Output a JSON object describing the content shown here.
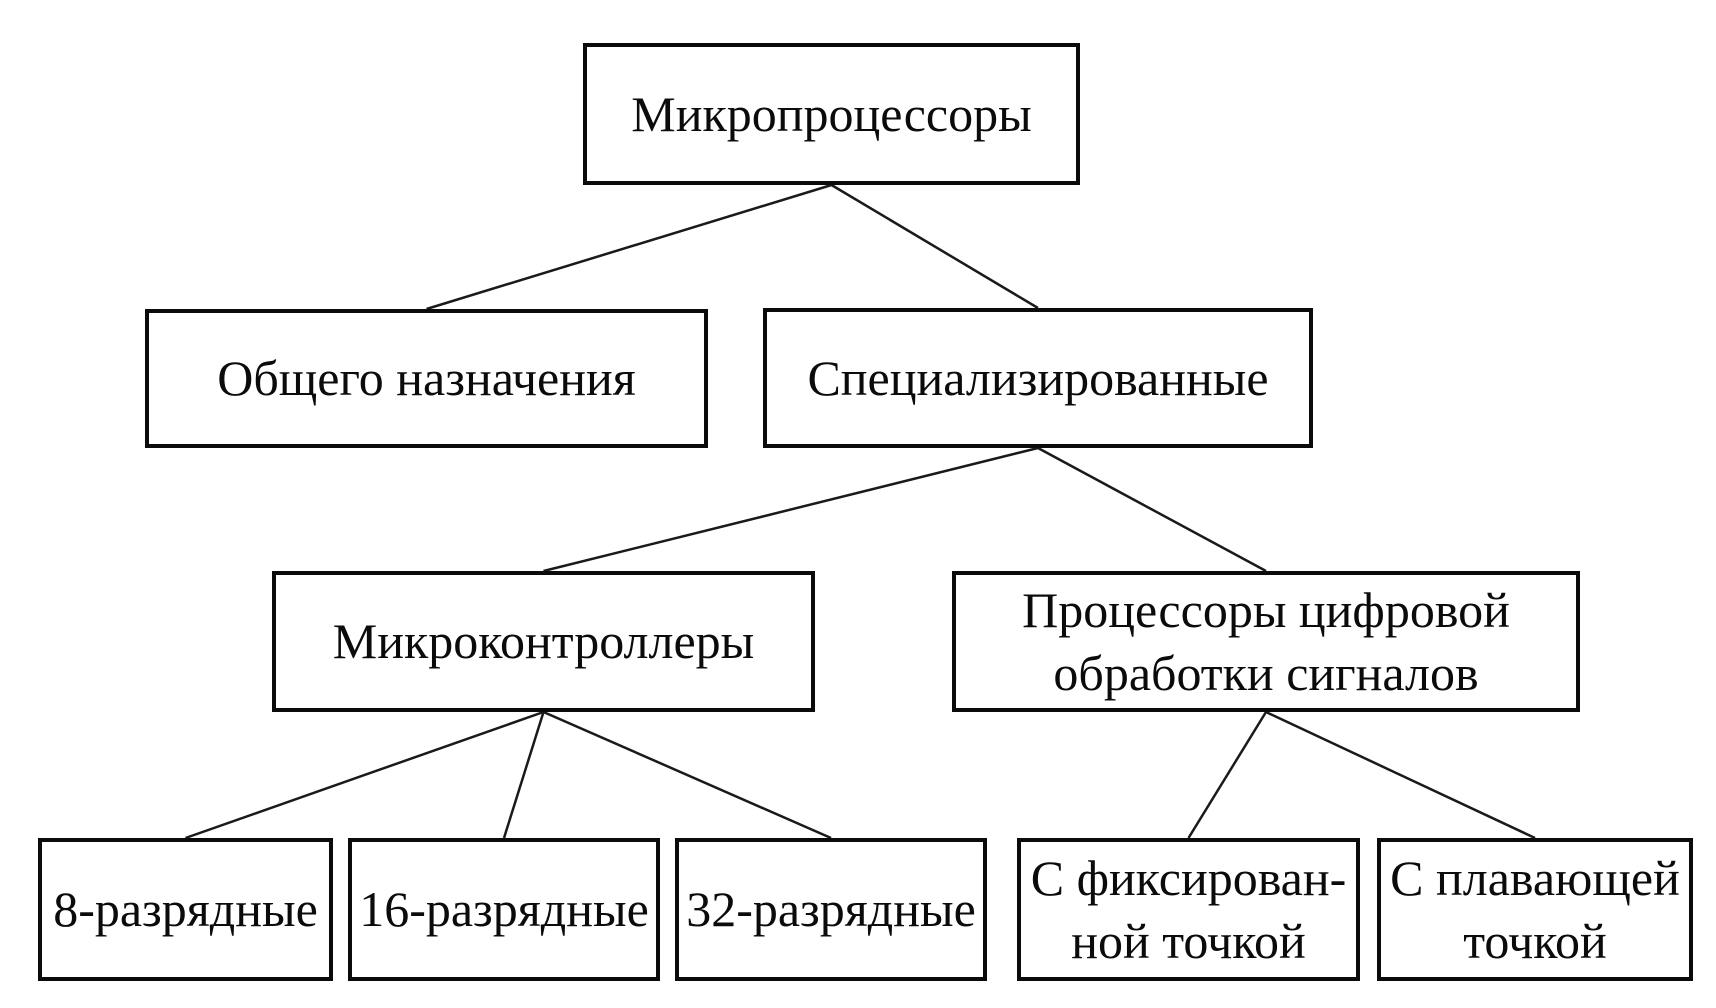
{
  "diagram": {
    "background_color": "#ffffff",
    "box_border_color": "#0b0b0b",
    "connector_color": "#1a1a1a",
    "text_color": "#0b0b0b",
    "nodes": {
      "microprocessors": {
        "label": "Микропроцессоры"
      },
      "general_purpose": {
        "label": "Общего назначения"
      },
      "specialized": {
        "label": "Специализированные"
      },
      "microcontrollers": {
        "label": "Микроконтроллеры"
      },
      "dsp": {
        "lines": [
          "Процессоры цифровой",
          "обработки сигналов"
        ]
      },
      "bit8": {
        "label": "8-разрядные"
      },
      "bit16": {
        "label": "16-разрядные"
      },
      "bit32": {
        "label": "32-разрядные"
      },
      "fixed_point": {
        "lines": [
          "С фиксирован-",
          "ной точкой"
        ]
      },
      "floating_point": {
        "lines": [
          "С плавающей",
          "точкой"
        ]
      }
    },
    "edges": [
      [
        "microprocessors",
        "general_purpose"
      ],
      [
        "microprocessors",
        "specialized"
      ],
      [
        "specialized",
        "microcontrollers"
      ],
      [
        "specialized",
        "dsp"
      ],
      [
        "microcontrollers",
        "bit8"
      ],
      [
        "microcontrollers",
        "bit16"
      ],
      [
        "microcontrollers",
        "bit32"
      ],
      [
        "dsp",
        "fixed_point"
      ],
      [
        "dsp",
        "floating_point"
      ]
    ]
  }
}
